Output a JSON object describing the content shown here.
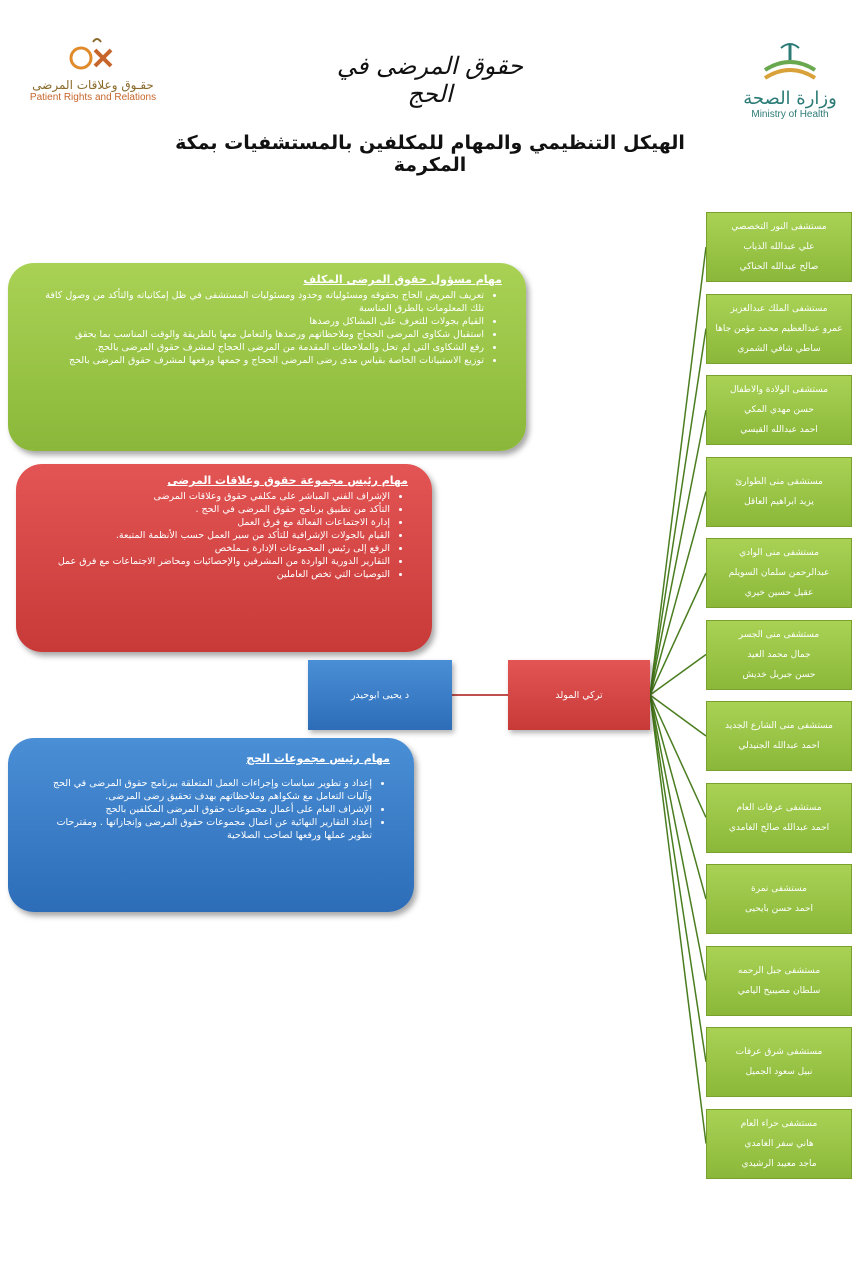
{
  "header": {
    "logo_left": {
      "arabic": "حقـوق وعلاقات المرضى",
      "english": "Patient Rights and Relations"
    },
    "logo_right": {
      "arabic": "وزارة الصحة",
      "english": "Ministry of Health"
    },
    "script_title": "حقوق المرضى في الحج",
    "main_title": "الهيكل التنظيمي والمهام للمكلفين بالمستشفيات بمكة المكرمة"
  },
  "green_box": {
    "title": "مهام مسؤول حقوق المرضى المكلف",
    "items": [
      "تعريف المريض الحاج بحقوقه ومسئولياته وحدود ومسئوليات المستشفى في ظل إمكانياته والتأكد من وصول كافة تلك المعلومات بالطرق المناسبة",
      "القيام بجولات للتعرف على المشاكل ورصدها",
      "استقبال شكاوى المرضى الحجاج وملاحظاتهم ورصدها والتعامل معها بالطريقة والوقت المناسب بما يحقق",
      "رفع الشكاوى التي لم تحل والملاحظات المقدمة من المرضى الحجاج لمشرف حقوق المرضى بالحج.",
      "توزيع الاستبيانات الخاصة بقياس مدى رضى المرضى الحجاج و جمعها ورفعها لمشرف حقوق المرضى بالحج"
    ]
  },
  "red_box": {
    "title": "مهام رئيس مجموعة حقوق وعلاقات المرضى",
    "items": [
      "الإشراف الفني المباشر على مكلفي حقوق وعلاقات المرضى",
      "التأكد من تطبيق برنامج حقوق المرضى في الحج .",
      "إدارة الاجتماعات الفعالة مع فرق العمل",
      "القيام بالجولات الإشرافية للتأكد من سير العمل حسب الأنظمة المتبعة.",
      "الرفع إلى رئيس المجموعات الإدارة بــملخص",
      "التقارير الدورية الواردة من المشرفين والإحصائيات ومحاضر الاجتماعات مع فرق عمل",
      "التوصيات التي تخص العاملين"
    ]
  },
  "blue_box": {
    "title": "مهام رئيس مجموعات الحج",
    "items": [
      "إعداد و تطوير سياسات وإجراءات العمل المتعلقة ببرنامج حقوق المرضى في الحج وآليات التعامل مع شكواهم وملاحظاتهم بهدف تحقيق رضى المرضى.",
      "الإشراف العام على أعمال مجموعات حقوق المرضى المكلفين بالحج",
      "إعداد التقارير النهائية عن اعمال مجموعات حقوق المرضى وإنجازاتها . ومقترحات تطوير عملها ورفعها لصاحب الصلاحية"
    ]
  },
  "people": {
    "head_of_groups": "د يحيى ابوحيدر",
    "group_leader": "تركي المولد"
  },
  "hospitals": [
    {
      "name": "مستشفى النور التخصصي",
      "staff": [
        "علي عبدالله الذياب",
        "صالح عبدالله الحناكي"
      ]
    },
    {
      "name": "مستشفى الملك عبدالعزيز",
      "staff": [
        "عمرو عبدالعظيم محمد مؤمن جاها",
        "ساطي شافي الشمري"
      ]
    },
    {
      "name": "مستشفى الولادة والاطفال",
      "staff": [
        "حسن مهدي المكي",
        "احمد عبدالله القيسي"
      ]
    },
    {
      "name": "مستشفى منى الطوارئ",
      "staff": [
        "يزيد ابراهيم العاقل"
      ]
    },
    {
      "name": "مستشفى منى الوادي",
      "staff": [
        "عبدالرحمن سلمان السويلم",
        "عقيل حسين خيري"
      ]
    },
    {
      "name": "مستشفى منى الجسر",
      "staff": [
        "جمال محمد العيد",
        "حسن جبريل خديش"
      ]
    },
    {
      "name": "مستشفى منى الشارع الجديد",
      "staff": [
        "احمد عبدالله الجنيدلي"
      ]
    },
    {
      "name": "مستشفى عرفات العام",
      "staff": [
        "احمد عبدالله صالح الغامدي"
      ]
    },
    {
      "name": "مستشفى نمرة",
      "staff": [
        "احمد حسن بايحيى"
      ]
    },
    {
      "name": "مستشفى جبل الرحمه",
      "staff": [
        "سلطان مصيبيح اليامي"
      ]
    },
    {
      "name": "مستشفى شرق عرفات",
      "staff": [
        "نبيل سعود الجميل"
      ]
    },
    {
      "name": "مستشفى حراء العام",
      "staff": [
        "هاني سفر الغامدي",
        "ماجد معيبد الرشيدي"
      ]
    }
  ],
  "colors": {
    "green": "#8bb83a",
    "red": "#c83a38",
    "blue": "#2d6db8",
    "connector": "#4a7d1f",
    "link": "#c0504d"
  }
}
